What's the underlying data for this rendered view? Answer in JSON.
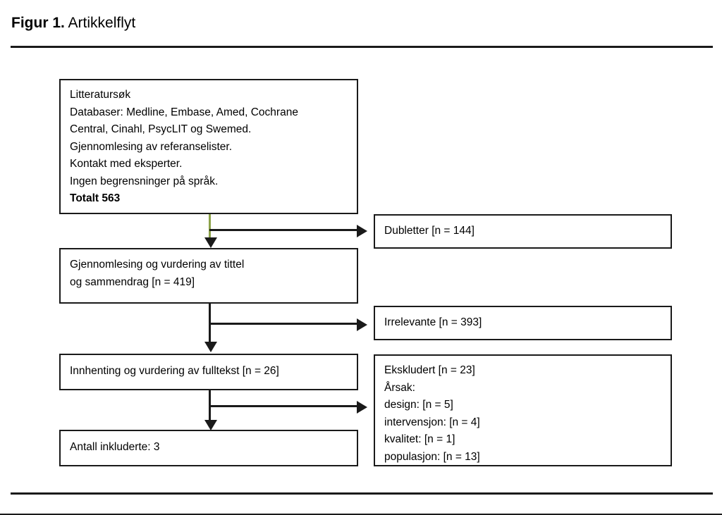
{
  "figure": {
    "number_label": "Figur 1.",
    "title": "Artikkelflyt"
  },
  "colors": {
    "rule": "#1a1a1a",
    "box_border": "#1a1a1a",
    "connector": "#1a1a1a",
    "connector_accent_green": "#8da34a",
    "background": "#ffffff",
    "text": "#000000"
  },
  "flow": {
    "search_box": {
      "lines": [
        "Litteratursøk",
        "Databaser: Medline, Embase, Amed, Cochrane",
        "Central, Cinahl, PsycLIT og Swemed.",
        "Gjennomlesing av referanselister.",
        "Kontakt med eksperter.",
        "Ingen begrensninger på språk."
      ],
      "total_line": "Totalt 563"
    },
    "screening_box": {
      "lines": [
        "Gjennomlesing og vurdering av tittel",
        "og sammendrag [n = 419]"
      ]
    },
    "fulltext_box": {
      "lines": [
        "Innhenting og vurdering av fulltekst [n = 26]"
      ]
    },
    "included_box": {
      "lines": [
        "Antall inkluderte: 3"
      ]
    },
    "duplicates_box": {
      "lines": [
        "Dubletter [n = 144]"
      ]
    },
    "irrelevant_box": {
      "lines": [
        "Irrelevante [n = 393]"
      ]
    },
    "excluded_box": {
      "lines": [
        "Ekskludert [n = 23]",
        "Årsak:",
        "design: [n = 5]",
        "intervensjon: [n = 4]",
        "kvalitet: [n = 1]",
        "populasjon: [n = 13]"
      ]
    }
  },
  "chart_data": {
    "type": "diagram",
    "title": "Artikkelflyt",
    "nodes": [
      {
        "id": "search",
        "label": "Litteratursøk",
        "n": 563
      },
      {
        "id": "duplicates",
        "label": "Dubletter",
        "n": 144
      },
      {
        "id": "screening",
        "label": "Gjennomlesing og vurdering av tittel og sammendrag",
        "n": 419
      },
      {
        "id": "irrelevant",
        "label": "Irrelevante",
        "n": 393
      },
      {
        "id": "fulltext",
        "label": "Innhenting og vurdering av fulltekst",
        "n": 26
      },
      {
        "id": "excluded",
        "label": "Ekskludert",
        "n": 23
      },
      {
        "id": "included",
        "label": "Antall inkluderte",
        "n": 3
      }
    ],
    "excluded_reasons": [
      {
        "reason": "design",
        "n": 5
      },
      {
        "reason": "intervensjon",
        "n": 4
      },
      {
        "reason": "kvalitet",
        "n": 1
      },
      {
        "reason": "populasjon",
        "n": 13
      }
    ],
    "edges": [
      {
        "from": "search",
        "to": "screening"
      },
      {
        "from": "search",
        "to": "duplicates"
      },
      {
        "from": "screening",
        "to": "fulltext"
      },
      {
        "from": "screening",
        "to": "irrelevant"
      },
      {
        "from": "fulltext",
        "to": "included"
      },
      {
        "from": "fulltext",
        "to": "excluded"
      }
    ]
  }
}
